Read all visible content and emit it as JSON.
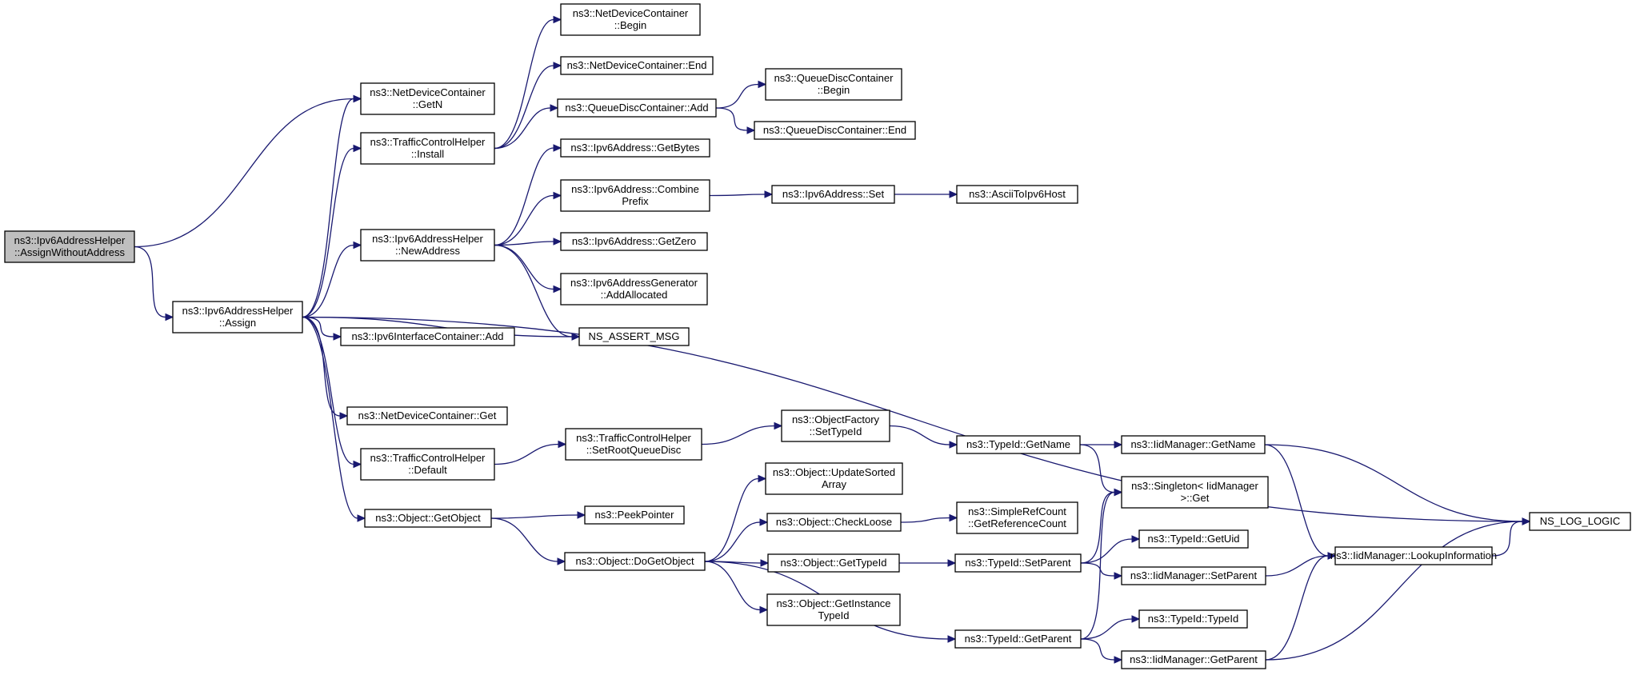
{
  "colors": {
    "edge": "#191970",
    "root_fill": "#bfbfbf",
    "node_fill": "#ffffff",
    "node_border": "#000000"
  },
  "nodes": [
    {
      "id": "root",
      "lines": [
        "ns3::Ipv6AddressHelper",
        "::AssignWithoutAddress"
      ],
      "root": true
    },
    {
      "id": "assign",
      "lines": [
        "ns3::Ipv6AddressHelper",
        "::Assign"
      ]
    },
    {
      "id": "ndcGetN",
      "lines": [
        "ns3::NetDeviceContainer",
        "::GetN"
      ]
    },
    {
      "id": "tchInst",
      "lines": [
        "ns3::TrafficControlHelper",
        "::Install"
      ]
    },
    {
      "id": "ndcBegin",
      "lines": [
        "ns3::NetDeviceContainer",
        "::Begin"
      ]
    },
    {
      "id": "ndcEnd",
      "lines": [
        "ns3::NetDeviceContainer::End"
      ]
    },
    {
      "id": "qdcAdd",
      "lines": [
        "ns3::QueueDiscContainer::Add"
      ]
    },
    {
      "id": "qdcBegin",
      "lines": [
        "ns3::QueueDiscContainer",
        "::Begin"
      ]
    },
    {
      "id": "qdcEnd",
      "lines": [
        "ns3::QueueDiscContainer::End"
      ]
    },
    {
      "id": "newAddr",
      "lines": [
        "ns3::Ipv6AddressHelper",
        "::NewAddress"
      ]
    },
    {
      "id": "getBytes",
      "lines": [
        "ns3::Ipv6Address::GetBytes"
      ]
    },
    {
      "id": "combine",
      "lines": [
        "ns3::Ipv6Address::Combine",
        "Prefix"
      ]
    },
    {
      "id": "v6set",
      "lines": [
        "ns3::Ipv6Address::Set"
      ]
    },
    {
      "id": "ascii",
      "lines": [
        "ns3::AsciiToIpv6Host"
      ]
    },
    {
      "id": "getZero",
      "lines": [
        "ns3::Ipv6Address::GetZero"
      ]
    },
    {
      "id": "addAlloc",
      "lines": [
        "ns3::Ipv6AddressGenerator",
        "::AddAllocated"
      ]
    },
    {
      "id": "assertMsg",
      "lines": [
        "NS_ASSERT_MSG"
      ]
    },
    {
      "id": "ifcAdd",
      "lines": [
        "ns3::Ipv6InterfaceContainer::Add"
      ]
    },
    {
      "id": "logLogic",
      "lines": [
        "NS_LOG_LOGIC"
      ]
    },
    {
      "id": "ndcGet",
      "lines": [
        "ns3::NetDeviceContainer::Get"
      ]
    },
    {
      "id": "tchDef",
      "lines": [
        "ns3::TrafficControlHelper",
        "::Default"
      ]
    },
    {
      "id": "setRoot",
      "lines": [
        "ns3::TrafficControlHelper",
        "::SetRootQueueDisc"
      ]
    },
    {
      "id": "ofSetTid",
      "lines": [
        "ns3::ObjectFactory",
        "::SetTypeId"
      ]
    },
    {
      "id": "tidName",
      "lines": [
        "ns3::TypeId::GetName"
      ]
    },
    {
      "id": "iidName",
      "lines": [
        "ns3::IidManager::GetName"
      ]
    },
    {
      "id": "singGet",
      "lines": [
        "ns3::Singleton< IidManager",
        " >::Get"
      ]
    },
    {
      "id": "getObj",
      "lines": [
        "ns3::Object::GetObject"
      ]
    },
    {
      "id": "peek",
      "lines": [
        "ns3::PeekPointer"
      ]
    },
    {
      "id": "doGetObj",
      "lines": [
        "ns3::Object::DoGetObject"
      ]
    },
    {
      "id": "updSort",
      "lines": [
        "ns3::Object::UpdateSorted",
        "Array"
      ]
    },
    {
      "id": "chkLoose",
      "lines": [
        "ns3::Object::CheckLoose"
      ]
    },
    {
      "id": "refCnt",
      "lines": [
        "ns3::SimpleRefCount",
        "::GetReferenceCount"
      ]
    },
    {
      "id": "objGetTid",
      "lines": [
        "ns3::Object::GetTypeId"
      ]
    },
    {
      "id": "getInst",
      "lines": [
        "ns3::Object::GetInstance",
        "TypeId"
      ]
    },
    {
      "id": "tidSetPar",
      "lines": [
        "ns3::TypeId::SetParent"
      ]
    },
    {
      "id": "tidUid",
      "lines": [
        "ns3::TypeId::GetUid"
      ]
    },
    {
      "id": "iidSetPar",
      "lines": [
        "ns3::IidManager::SetParent"
      ]
    },
    {
      "id": "lookup",
      "lines": [
        "ns3::IidManager::LookupInformation"
      ]
    },
    {
      "id": "tidGetPar",
      "lines": [
        "ns3::TypeId::GetParent"
      ]
    },
    {
      "id": "tidTid",
      "lines": [
        "ns3::TypeId::TypeId"
      ]
    },
    {
      "id": "iidGetPar",
      "lines": [
        "ns3::IidManager::GetParent"
      ]
    }
  ],
  "edges": [
    {
      "from": "root",
      "to": "ndcGetN"
    },
    {
      "from": "root",
      "to": "assign"
    },
    {
      "from": "assign",
      "to": "ndcGetN"
    },
    {
      "from": "assign",
      "to": "tchInst"
    },
    {
      "from": "assign",
      "to": "newAddr"
    },
    {
      "from": "assign",
      "to": "assertMsg"
    },
    {
      "from": "assign",
      "to": "ifcAdd"
    },
    {
      "from": "assign",
      "to": "logLogic"
    },
    {
      "from": "assign",
      "to": "ndcGet"
    },
    {
      "from": "assign",
      "to": "tchDef"
    },
    {
      "from": "assign",
      "to": "getObj"
    },
    {
      "from": "tchInst",
      "to": "ndcBegin"
    },
    {
      "from": "tchInst",
      "to": "ndcEnd"
    },
    {
      "from": "tchInst",
      "to": "qdcAdd"
    },
    {
      "from": "qdcAdd",
      "to": "qdcBegin"
    },
    {
      "from": "qdcAdd",
      "to": "qdcEnd"
    },
    {
      "from": "newAddr",
      "to": "getBytes"
    },
    {
      "from": "newAddr",
      "to": "combine"
    },
    {
      "from": "newAddr",
      "to": "getZero"
    },
    {
      "from": "newAddr",
      "to": "addAlloc"
    },
    {
      "from": "newAddr",
      "to": "assertMsg"
    },
    {
      "from": "combine",
      "to": "v6set"
    },
    {
      "from": "v6set",
      "to": "ascii"
    },
    {
      "from": "tchDef",
      "to": "setRoot"
    },
    {
      "from": "setRoot",
      "to": "ofSetTid"
    },
    {
      "from": "ofSetTid",
      "to": "tidName"
    },
    {
      "from": "tidName",
      "to": "iidName"
    },
    {
      "from": "tidName",
      "to": "singGet"
    },
    {
      "from": "iidName",
      "to": "logLogic"
    },
    {
      "from": "iidName",
      "to": "lookup"
    },
    {
      "from": "getObj",
      "to": "peek"
    },
    {
      "from": "getObj",
      "to": "doGetObj"
    },
    {
      "from": "doGetObj",
      "to": "updSort"
    },
    {
      "from": "doGetObj",
      "to": "chkLoose"
    },
    {
      "from": "doGetObj",
      "to": "objGetTid"
    },
    {
      "from": "doGetObj",
      "to": "getInst"
    },
    {
      "from": "doGetObj",
      "to": "tidGetPar"
    },
    {
      "from": "chkLoose",
      "to": "refCnt"
    },
    {
      "from": "objGetTid",
      "to": "tidSetPar"
    },
    {
      "from": "tidSetPar",
      "to": "singGet"
    },
    {
      "from": "tidSetPar",
      "to": "tidUid"
    },
    {
      "from": "tidSetPar",
      "to": "iidSetPar"
    },
    {
      "from": "iidSetPar",
      "to": "lookup"
    },
    {
      "from": "lookup",
      "to": "logLogic"
    },
    {
      "from": "tidGetPar",
      "to": "singGet"
    },
    {
      "from": "tidGetPar",
      "to": "tidTid"
    },
    {
      "from": "tidGetPar",
      "to": "iidGetPar"
    },
    {
      "from": "iidGetPar",
      "to": "lookup"
    },
    {
      "from": "iidGetPar",
      "to": "logLogic"
    }
  ]
}
